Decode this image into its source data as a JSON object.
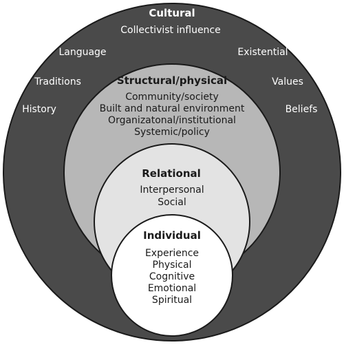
{
  "cultural": {
    "title": "Cultural",
    "subtitle": "Collectivist influence",
    "left": [
      "Language",
      "Traditions",
      "History"
    ],
    "right": [
      "Existential",
      "Values",
      "Beliefs"
    ],
    "fill": "#4a4a4a"
  },
  "structural": {
    "title": "Structural/physical",
    "items": [
      "Community/society",
      "Built and natural environment",
      "Organizatonal/institutional",
      "Systemic/policy"
    ],
    "fill": "#b7b7b7"
  },
  "relational": {
    "title": "Relational",
    "items": [
      "Interpersonal",
      "Social"
    ],
    "fill": "#e3e3e3"
  },
  "individual": {
    "title": "Individual",
    "items": [
      "Experience",
      "Physical",
      "Cognitive",
      "Emotional",
      "Spiritual"
    ],
    "fill": "#ffffff"
  }
}
